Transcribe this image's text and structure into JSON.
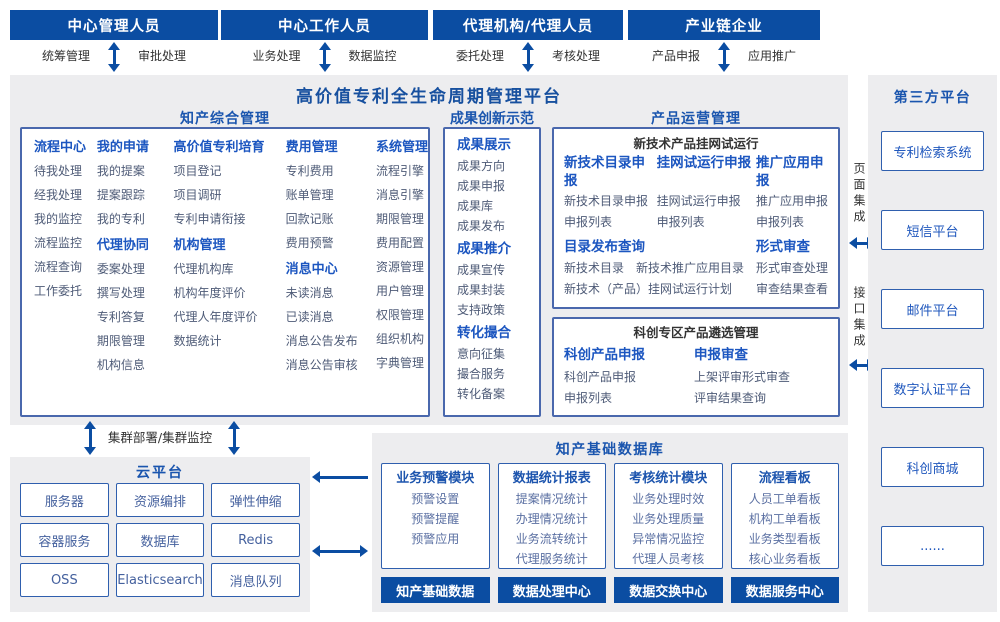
{
  "colors": {
    "dark_blue": "#0b4da2",
    "bright_blue": "#1c56c0",
    "section_title_blue": "#1a55ae",
    "item_text": "#4e5b77",
    "dark_text": "#333333",
    "section_bg": "#ededef",
    "border_blue": "#2f5fae"
  },
  "roles": [
    {
      "title": "中心管理人员",
      "left": "统筹管理",
      "right": "审批处理"
    },
    {
      "title": "中心工作人员",
      "left": "业务处理",
      "right": "数据监控"
    },
    {
      "title": "代理机构/代理人员",
      "left": "委托处理",
      "right": "考核处理"
    },
    {
      "title": "产业链企业",
      "left": "产品申报",
      "right": "应用推广"
    }
  ],
  "platform": {
    "title": "高价值专利全生命周期管理平台"
  },
  "ipm": {
    "title": "知产综合管理",
    "columns": [
      {
        "groups": [
          {
            "title": "流程中心",
            "items": [
              "待我处理",
              "经我处理",
              "我的监控",
              "流程监控",
              "流程查询",
              "工作委托"
            ]
          }
        ]
      },
      {
        "groups": [
          {
            "title": "我的申请",
            "items": [
              "我的提案",
              "提案跟踪",
              "我的专利"
            ]
          },
          {
            "title": "代理协同",
            "items": [
              "委案处理",
              "撰写处理",
              "专利答复",
              "期限管理",
              "机构信息"
            ]
          }
        ]
      },
      {
        "groups": [
          {
            "title": "高价值专利培育",
            "items": [
              "项目登记",
              "项目调研",
              "专利申请衔接"
            ]
          },
          {
            "title": "机构管理",
            "items": [
              "代理机构库",
              "机构年度评价",
              "代理人年度评价",
              "数据统计"
            ]
          }
        ]
      },
      {
        "groups": [
          {
            "title": "费用管理",
            "items": [
              "专利费用",
              "账单管理",
              "回款记账",
              "费用预警"
            ]
          },
          {
            "title": "消息中心",
            "items": [
              "未读消息",
              "已读消息",
              "消息公告发布",
              "消息公告审核"
            ]
          }
        ]
      },
      {
        "groups": [
          {
            "title": "系统管理",
            "items": [
              "流程引擎",
              "消息引擎",
              "期限管理",
              "费用配置",
              "资源管理",
              "用户管理",
              "权限管理",
              "组织机构",
              "字典管理"
            ]
          }
        ]
      }
    ]
  },
  "achievement": {
    "title": "成果创新示范",
    "groups": [
      {
        "title": "成果展示",
        "items": [
          "成果方向",
          "成果申报",
          "成果库",
          "成果发布"
        ]
      },
      {
        "title": "成果推介",
        "items": [
          "成果宣传",
          "成果封装",
          "支持政策"
        ]
      },
      {
        "title": "转化撮合",
        "items": [
          "意向征集",
          "撮合服务",
          "转化备案"
        ]
      }
    ]
  },
  "product": {
    "title": "产品运营管理",
    "box1": {
      "title": "新技术产品挂网试运行",
      "cols": [
        {
          "title": "新技术目录申报",
          "items": [
            "新技术目录申报",
            "申报列表"
          ]
        },
        {
          "title": "挂网试运行申报",
          "items": [
            "挂网试运行申报",
            "申报列表"
          ]
        },
        {
          "title": "推广应用申报",
          "items": [
            "推广应用申报",
            "申报列表"
          ]
        }
      ],
      "catalog": {
        "title": "目录发布查询",
        "items": [
          "新技术目录",
          "新技术推广应用目录",
          "新技术（产品）挂网试运行计划"
        ]
      },
      "review": {
        "title": "形式审查",
        "items": [
          "形式审查处理",
          "审查结果查看"
        ]
      }
    },
    "box2": {
      "title": "科创专区产品遴选管理",
      "cols": [
        {
          "title": "科创产品申报",
          "items": [
            "科创产品申报",
            "申报列表"
          ]
        },
        {
          "title": "申报审查",
          "items": [
            "上架评审形式审查",
            "评审结果查询"
          ]
        }
      ]
    }
  },
  "integration": {
    "page": "页面集成",
    "api": "接口集成"
  },
  "third_party": {
    "title": "第三方平台",
    "systems": [
      "专利检索系统",
      "短信平台",
      "邮件平台",
      "数字认证平台",
      "科创商城",
      "......"
    ]
  },
  "cluster": {
    "label": "集群部署/集群监控"
  },
  "cloud": {
    "title": "云平台",
    "services": [
      "服务器",
      "资源编排",
      "弹性伸缩",
      "容器服务",
      "数据库",
      "Redis",
      "OSS",
      "Elasticsearch",
      "消息队列"
    ]
  },
  "ipdb": {
    "title": "知产基础数据库",
    "modules": [
      {
        "title": "业务预警模块",
        "items": [
          "预警设置",
          "预警提醒",
          "预警应用"
        ]
      },
      {
        "title": "数据统计报表",
        "items": [
          "提案情况统计",
          "办理情况统计",
          "业务流转统计",
          "代理服务统计"
        ]
      },
      {
        "title": "考核统计模块",
        "items": [
          "业务处理时效",
          "业务处理质量",
          "异常情况监控",
          "代理人员考核"
        ]
      },
      {
        "title": "流程看板",
        "items": [
          "人员工单看板",
          "机构工单看板",
          "业务类型看板",
          "核心业务看板"
        ]
      }
    ],
    "centers": [
      "知产基础数据",
      "数据处理中心",
      "数据交换中心",
      "数据服务中心"
    ]
  }
}
